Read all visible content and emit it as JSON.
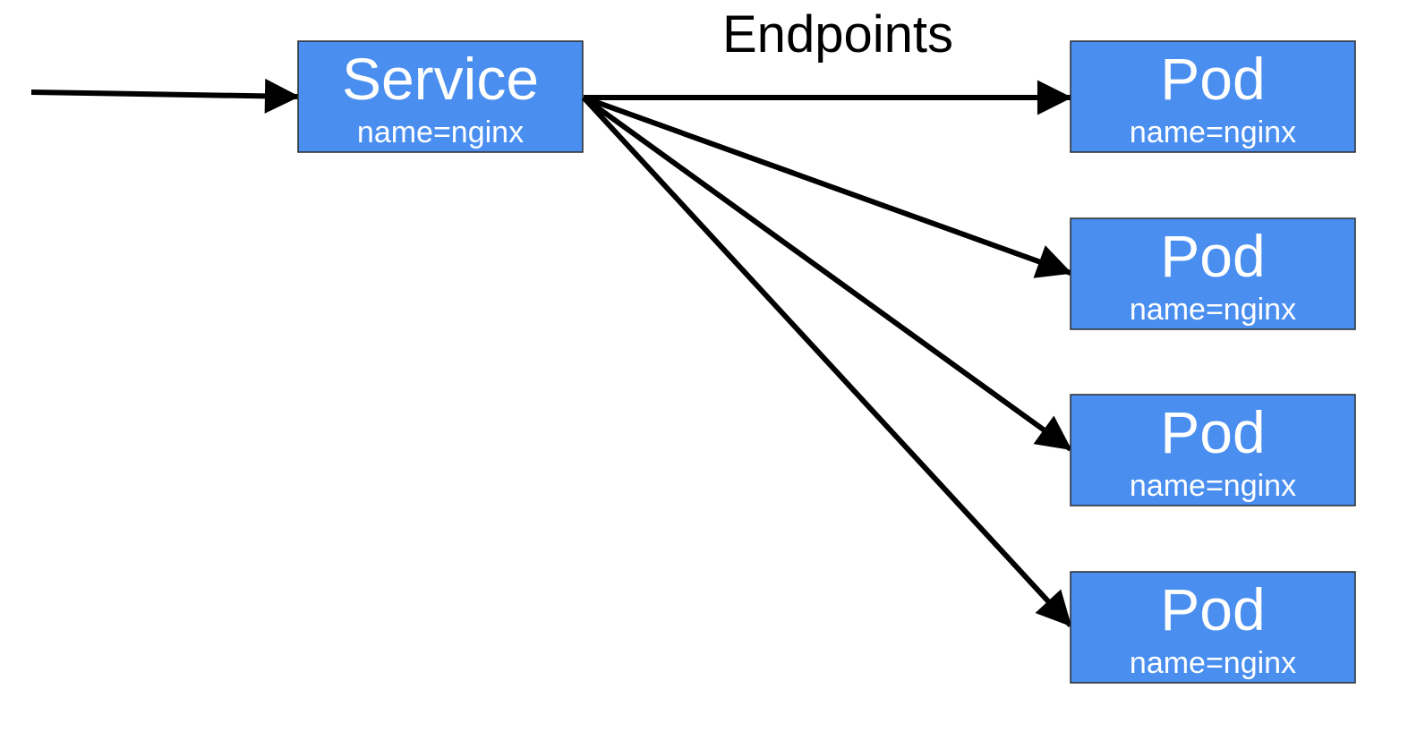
{
  "colors": {
    "box_fill": "#4a8ff0",
    "box_border": "#2b2b2b",
    "arrow": "#000000",
    "box_text": "#ffffff",
    "label_text": "#000000"
  },
  "endpoints_label": "Endpoints",
  "service": {
    "title": "Service",
    "selector": "name=nginx"
  },
  "pods": [
    {
      "title": "Pod",
      "label": "name=nginx"
    },
    {
      "title": "Pod",
      "label": "name=nginx"
    },
    {
      "title": "Pod",
      "label": "name=nginx"
    },
    {
      "title": "Pod",
      "label": "name=nginx"
    }
  ]
}
